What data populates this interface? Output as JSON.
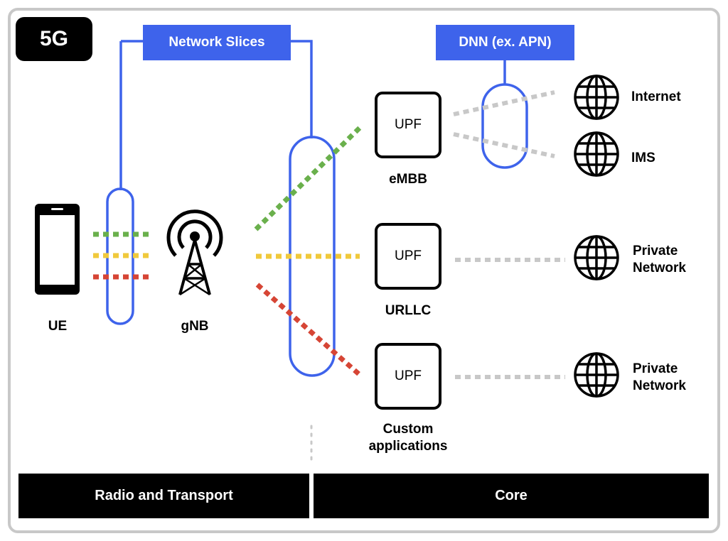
{
  "badge": "5G",
  "network_slices_label": "Network Slices",
  "dnn_label": "DNN (ex. APN)",
  "ue_label": "UE",
  "gnb_label": "gNB",
  "upf_label": "UPF",
  "slices": [
    {
      "label": "eMBB",
      "color": "#6ab04c"
    },
    {
      "label": "URLLC",
      "color": "#f0c93c"
    },
    {
      "label_line1": "Custom",
      "label_line2": "applications",
      "color": "#d64535"
    }
  ],
  "networks": {
    "internet": "Internet",
    "ims": "IMS",
    "private_1_line1": "Private",
    "private_1_line2": "Network",
    "private_2_line1": "Private",
    "private_2_line2": "Network"
  },
  "footer": {
    "radio": "Radio and Transport",
    "core": "Core"
  },
  "colors": {
    "accent_blue": "#3e63eb",
    "dotted_gray": "#c8c8c8",
    "frame_gray": "#c8c8c8"
  },
  "icons": [
    "phone-icon",
    "cell-tower-icon",
    "globe-icon"
  ]
}
